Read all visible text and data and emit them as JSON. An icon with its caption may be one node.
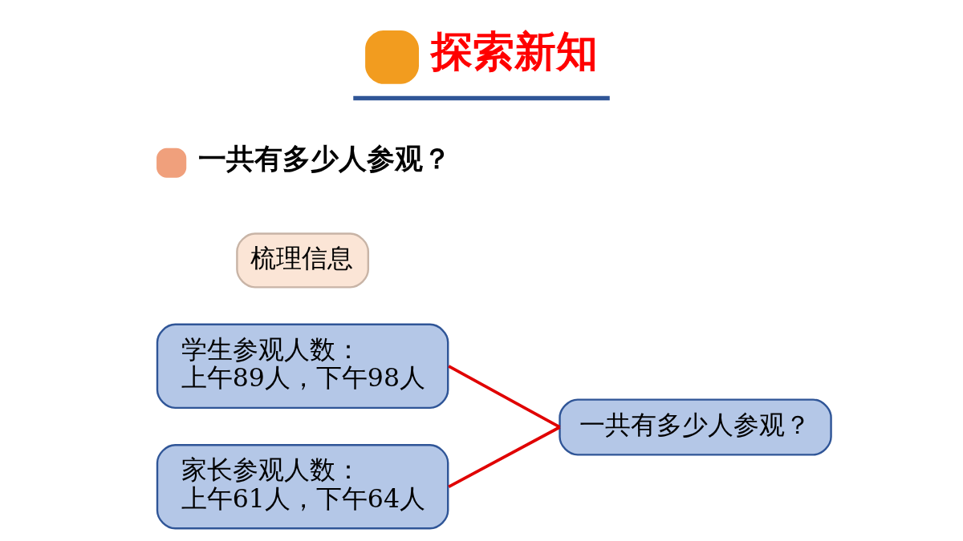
{
  "diagram": {
    "title": "探索新知",
    "nodes": [
      {
        "text": [
          "梳理信息"
        ]
      },
      {
        "text": [
          "学生参观人数：",
          "上午89人，下午98人"
        ]
      },
      {
        "text": [
          "家长参观人数：",
          "上午61人，下午64人"
        ]
      },
      {
        "text": [
          "一共有多少人参观？"
        ]
      }
    ],
    "edges": [
      {
        "from": 1,
        "to": 3,
        "arrow": "none",
        "color": "#e00000"
      },
      {
        "from": 2,
        "to": 3,
        "arrow": "none",
        "color": "#e00000"
      }
    ],
    "labels": [
      "一共有多少人参观？"
    ]
  }
}
